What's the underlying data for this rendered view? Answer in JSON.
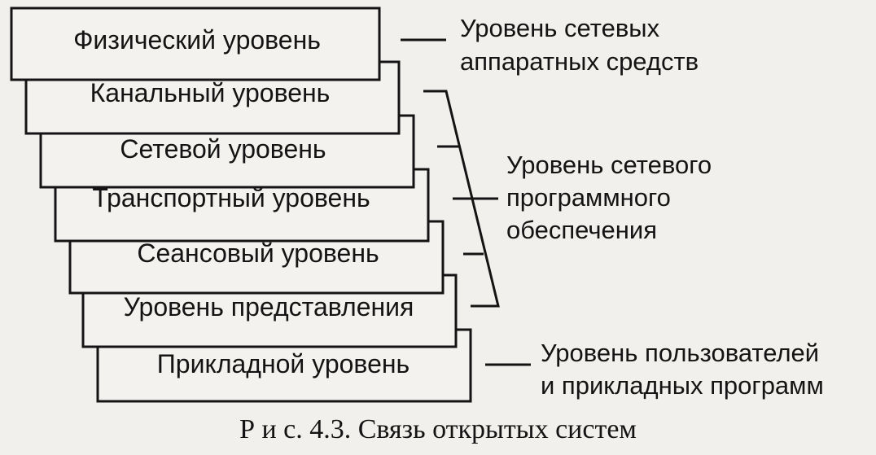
{
  "layers": [
    "Физический уровень",
    "Канальный уровень",
    "Сетевой уровень",
    "Транспортный уровень",
    "Сеансовый уровень",
    "Уровень представления",
    "Прикладной уровень"
  ],
  "groups": {
    "hardware": [
      "Уровень сетевых",
      "аппаратных средств"
    ],
    "software": [
      "Уровень сетевого",
      "программного",
      "обеспечения"
    ],
    "users": [
      "Уровень пользователей",
      "и прикладных программ"
    ]
  },
  "caption": "Р и с. 4.3. Связь открытых систем"
}
